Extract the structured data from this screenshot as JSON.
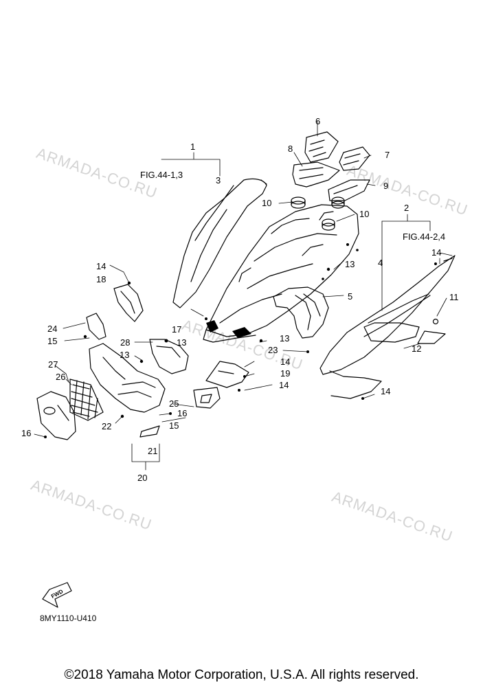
{
  "watermark": "ARMADA-CO.RU",
  "fig_refs": {
    "left": "FIG.44-1,3",
    "right": "FIG.44-2,4"
  },
  "callouts": {
    "c1": "1",
    "c2": "2",
    "c3": "3",
    "c4": "4",
    "c5": "5",
    "c6": "6",
    "c7": "7",
    "c8": "8",
    "c9": "9",
    "c10": "10",
    "c11": "11",
    "c12": "12",
    "c13": "13",
    "c14": "14",
    "c15": "15",
    "c16": "16",
    "c17": "17",
    "c18": "18",
    "c19": "19",
    "c20": "20",
    "c21": "21",
    "c22": "22",
    "c23": "23",
    "c24": "24",
    "c25": "25",
    "c26": "26",
    "c27": "27",
    "c28": "28"
  },
  "fwd_label": "FWD",
  "diagram_code": "8MY1110-U410",
  "copyright": "©2018 Yamaha Motor Corporation, U.S.A. All rights reserved."
}
